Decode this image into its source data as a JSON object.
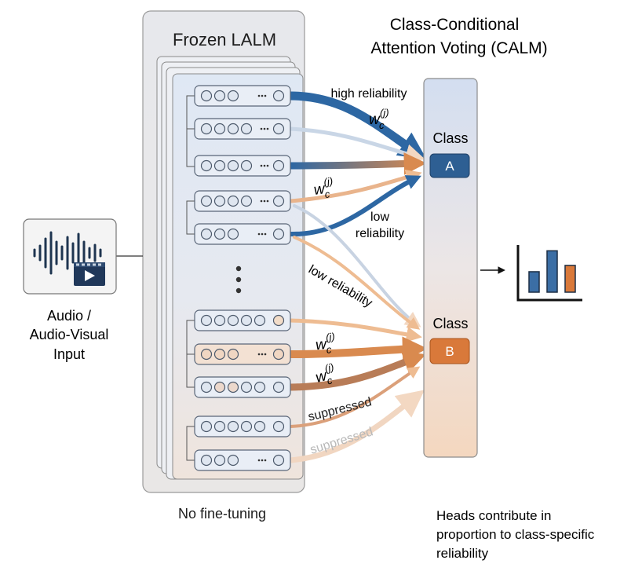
{
  "title_line1": "Class-Conditional",
  "title_line2": "Attention Voting (CALM)",
  "frozen_title": "Frozen LALM",
  "no_finetune": "No fine-tuning",
  "input_line1": "Audio /",
  "input_line2": "Audio-Visual",
  "input_line3": "Input",
  "class_a_label": "Class",
  "class_a_letter": "A",
  "class_b_label": "Class",
  "class_b_letter": "B",
  "high_reliability": "high reliability",
  "low_reliability_1": "low",
  "low_reliability_2": "reliability",
  "low_reliability_rotated": "low reliability",
  "suppressed_1": "suppressed",
  "suppressed_2": "suppressed",
  "weight_symbol": "w",
  "weight_sub": "c",
  "weight_sup": "(j)",
  "caption_line1": "Heads contribute in",
  "caption_line2": "proportion to class-specific",
  "caption_line3": "reliability",
  "colors": {
    "class_a": "#2e5f93",
    "class_b": "#d9793a",
    "strong_blue": "#2d67a3",
    "strong_orange": "#d98a4f",
    "panel_bg": "#e9e9eb",
    "bar_blue": "#3b6ea5",
    "bar_orange": "#d9793a"
  },
  "chart_icon": {
    "bars": [
      0.42,
      0.85,
      0.55
    ]
  }
}
